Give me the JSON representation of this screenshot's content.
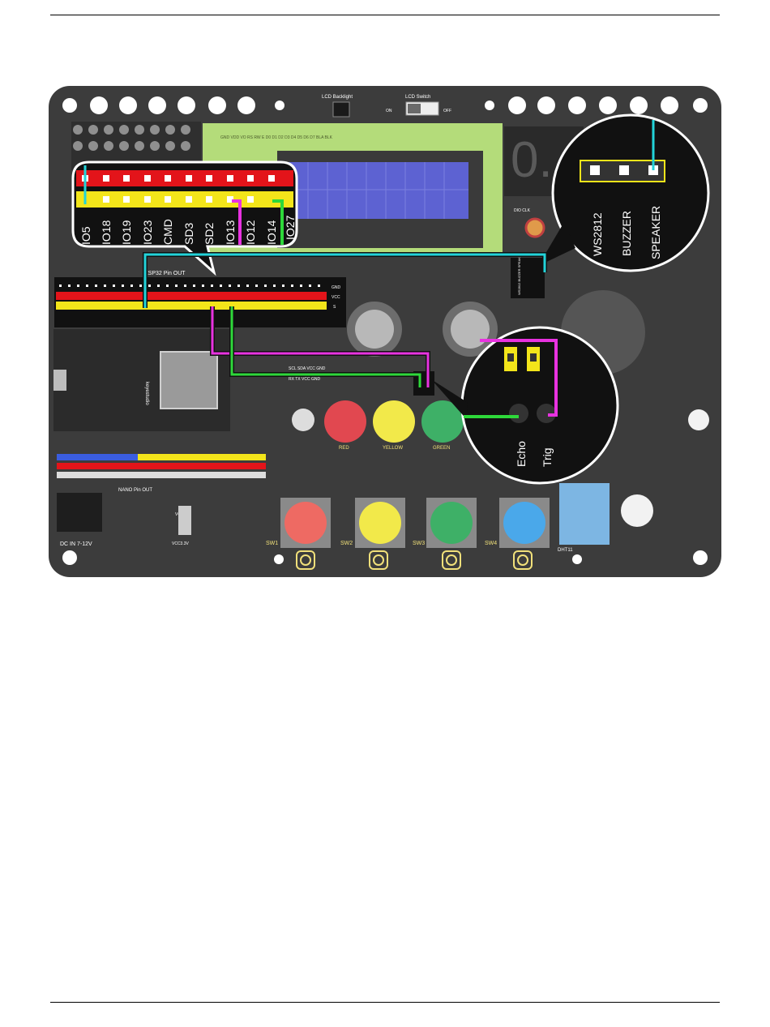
{
  "board": {
    "labels": {
      "lcd_backlight": "LCD Backlight",
      "lcd_switch": "LCD Switch",
      "on": "ON",
      "off": "OFF",
      "lcd_header": "GND VDD VO RS RW E D0 D1 D2 D3 D4 D5 D6 D7 BLA BLK",
      "esp32_pinout": "ESP32 Pin OUT",
      "nano_pinout": "NANO Pin OUT",
      "dc_in": "DC IN 7-12V",
      "led_red": "RED",
      "led_yellow": "YELLOW",
      "led_green": "GREEN",
      "sw1": "SW1",
      "sw2": "SW2",
      "sw3": "SW3",
      "sw4": "SW4",
      "dht11": "DHT11",
      "gnd": "GND",
      "vcc": "VCC",
      "s": "S",
      "scl_sda": "SCL SDA VCC GND",
      "rx_tx": "RX TX VCC GND",
      "dio_clk": "DIO CLK",
      "keyestudio": "keyestudio",
      "vcc5v": "VCC5V",
      "vcc33v": "VCC3.3V",
      "sw_header": "WS2812 BUZZER SPEAKER"
    }
  },
  "callouts": {
    "pins": [
      "IO5",
      "IO18",
      "IO19",
      "IO23",
      "CMD",
      "SD3",
      "SD2",
      "IO13",
      "IO12",
      "IO14",
      "IO27"
    ],
    "speaker_header": [
      "WS2812",
      "BUZZER",
      "SPEAKER"
    ],
    "ultrasonic": [
      "Echo",
      "Trig"
    ]
  },
  "wires": {
    "cyan": "#22d3d9",
    "magenta": "#e832e0",
    "green": "#2ed83a"
  },
  "colors": {
    "board": "#3c3c3c",
    "pcb_dark": "#2b2b2b",
    "header_red": "#e3141a",
    "header_yellow": "#f3e51a",
    "silk_yellow": "#f1e07a",
    "led_red": "#e14850",
    "led_yellow": "#f2e94a",
    "led_green": "#3eb067",
    "btn_red": "#ee6a63",
    "btn_blue": "#4aa8ea",
    "lcd_green": "#b4dc7a",
    "lcd_blue": "#5d62d2",
    "dht_blue": "#7db6e3"
  }
}
